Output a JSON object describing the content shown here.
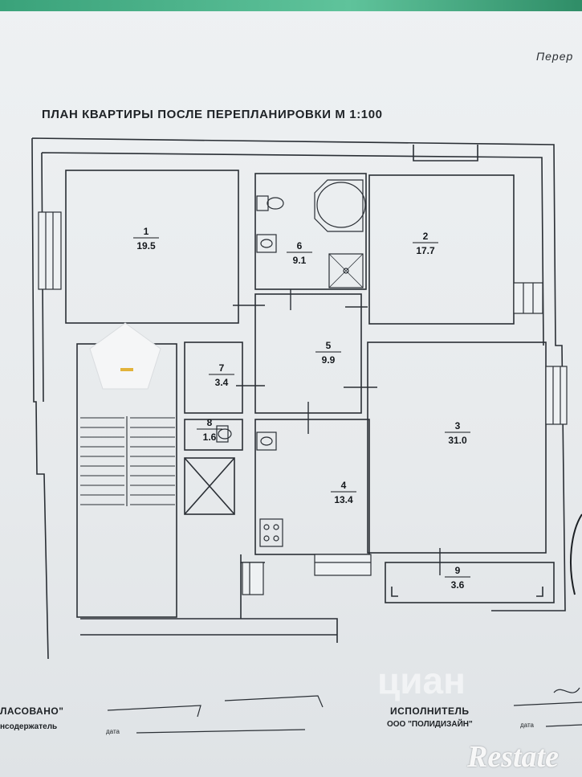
{
  "header": {
    "page_label": "Перер",
    "title": "ПЛАН КВАРТИРЫ ПОСЛЕ  ПЕРЕПЛАНИРОВКИ  М 1:100"
  },
  "rooms": [
    {
      "number": "1",
      "area": "19.5"
    },
    {
      "number": "2",
      "area": "17.7"
    },
    {
      "number": "3",
      "area": "31.0"
    },
    {
      "number": "4",
      "area": "13.4"
    },
    {
      "number": "5",
      "area": "9.9"
    },
    {
      "number": "6",
      "area": "9.1"
    },
    {
      "number": "7",
      "area": "3.4"
    },
    {
      "number": "8",
      "area": "1.6"
    },
    {
      "number": "9",
      "area": "3.6"
    }
  ],
  "signatures": {
    "left_title": "ЛАСОВАНО\"",
    "left_subtitle": "нсодержатель",
    "left_date": "дата",
    "right_title": "ИСПОЛНИТЕЛЬ",
    "right_subtitle": "ООО \"ПОЛИДИЗАЙН\"",
    "right_date": "дата"
  },
  "watermarks": {
    "cian": "циан",
    "restate": "Restate"
  },
  "colors": {
    "line": "#2a2f35",
    "paper": "#e9ecee",
    "strip": "#3aa27a"
  }
}
